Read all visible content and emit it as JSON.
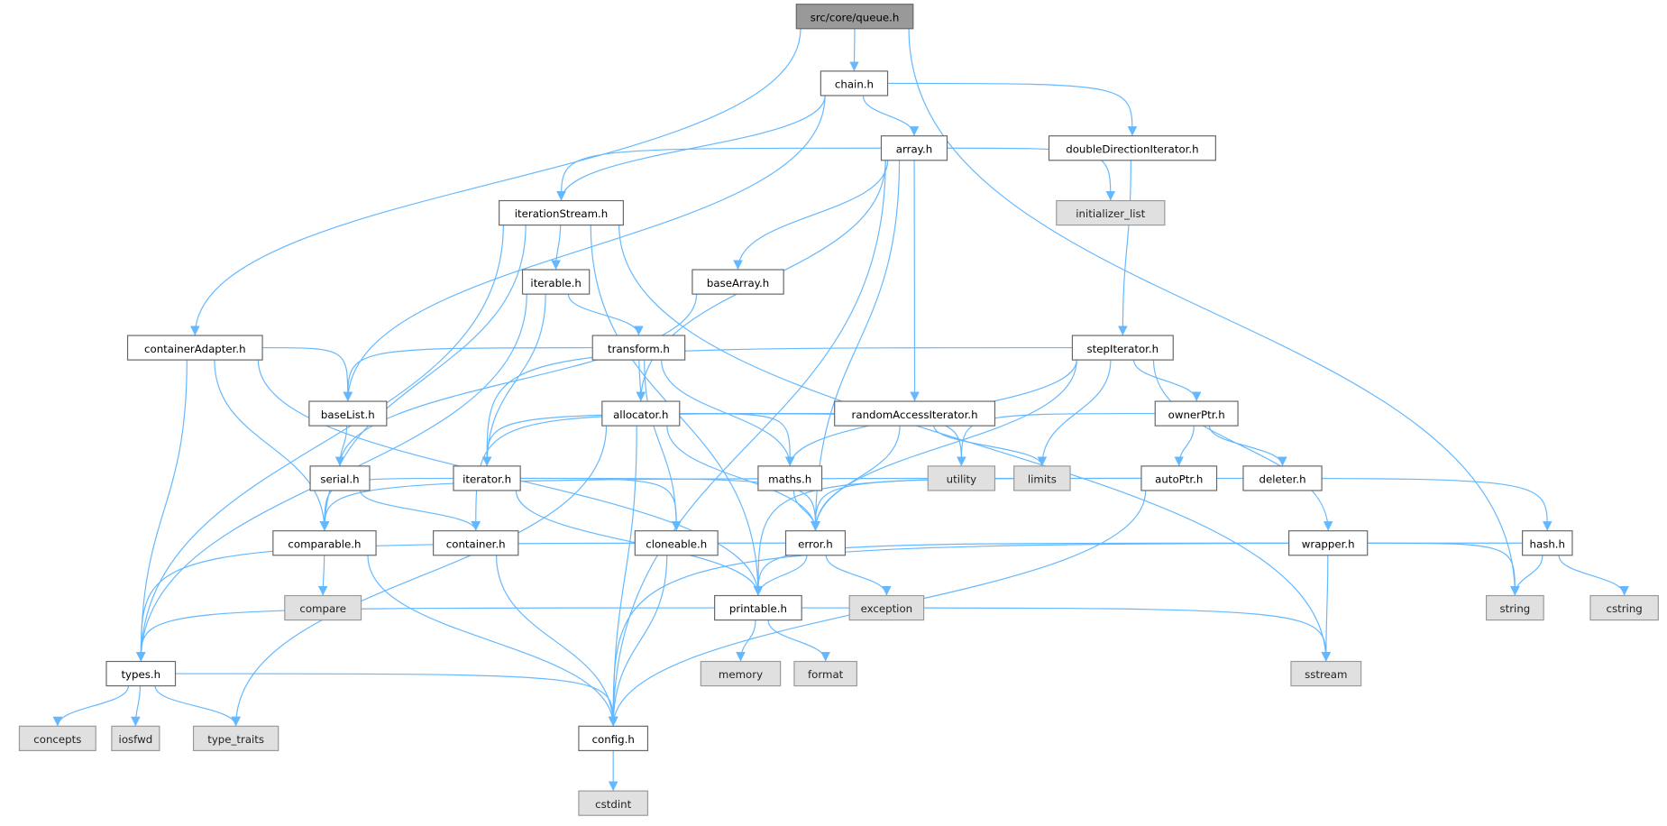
{
  "graph": {
    "title": "src/core/queue.h",
    "edge_color": "#63b8ff",
    "root_fill": "#999999",
    "external_fill": "#e0e0e0",
    "nodes": [
      {
        "id": "queue",
        "label": "src/core/queue.h",
        "kind": "root"
      },
      {
        "id": "chain",
        "label": "chain.h"
      },
      {
        "id": "array",
        "label": "array.h"
      },
      {
        "id": "ddi",
        "label": "doubleDirectionIterator.h"
      },
      {
        "id": "iterationStream",
        "label": "iterationStream.h"
      },
      {
        "id": "initializer_list",
        "label": "initializer_list",
        "kind": "ext"
      },
      {
        "id": "iterable",
        "label": "iterable.h"
      },
      {
        "id": "baseArray",
        "label": "baseArray.h"
      },
      {
        "id": "containerAdapter",
        "label": "containerAdapter.h"
      },
      {
        "id": "transform",
        "label": "transform.h"
      },
      {
        "id": "stepIterator",
        "label": "stepIterator.h"
      },
      {
        "id": "baseList",
        "label": "baseList.h"
      },
      {
        "id": "allocator",
        "label": "allocator.h"
      },
      {
        "id": "rai",
        "label": "randomAccessIterator.h"
      },
      {
        "id": "ownerPtr",
        "label": "ownerPtr.h"
      },
      {
        "id": "serial",
        "label": "serial.h"
      },
      {
        "id": "iterator",
        "label": "iterator.h"
      },
      {
        "id": "utility",
        "label": "utility",
        "kind": "ext"
      },
      {
        "id": "maths",
        "label": "maths.h"
      },
      {
        "id": "limits",
        "label": "limits",
        "kind": "ext"
      },
      {
        "id": "autoPtr",
        "label": "autoPtr.h"
      },
      {
        "id": "deleter",
        "label": "deleter.h"
      },
      {
        "id": "comparable",
        "label": "comparable.h"
      },
      {
        "id": "container",
        "label": "container.h"
      },
      {
        "id": "cloneable",
        "label": "cloneable.h"
      },
      {
        "id": "error",
        "label": "error.h"
      },
      {
        "id": "wrapper",
        "label": "wrapper.h"
      },
      {
        "id": "hash",
        "label": "hash.h"
      },
      {
        "id": "compare",
        "label": "compare",
        "kind": "ext"
      },
      {
        "id": "printable",
        "label": "printable.h"
      },
      {
        "id": "exception",
        "label": "exception",
        "kind": "ext"
      },
      {
        "id": "string",
        "label": "string",
        "kind": "ext"
      },
      {
        "id": "cstring",
        "label": "cstring",
        "kind": "ext"
      },
      {
        "id": "types",
        "label": "types.h"
      },
      {
        "id": "memory",
        "label": "memory",
        "kind": "ext"
      },
      {
        "id": "format",
        "label": "format",
        "kind": "ext"
      },
      {
        "id": "sstream",
        "label": "sstream",
        "kind": "ext"
      },
      {
        "id": "concepts",
        "label": "concepts",
        "kind": "ext"
      },
      {
        "id": "iosfwd",
        "label": "iosfwd",
        "kind": "ext"
      },
      {
        "id": "type_traits",
        "label": "type_traits",
        "kind": "ext"
      },
      {
        "id": "config",
        "label": "config.h"
      },
      {
        "id": "cstdint",
        "label": "cstdint",
        "kind": "ext"
      }
    ],
    "edges": [
      [
        "queue",
        "chain"
      ],
      [
        "queue",
        "containerAdapter"
      ],
      [
        "queue",
        "string"
      ],
      [
        "chain",
        "baseList"
      ],
      [
        "chain",
        "iterationStream"
      ],
      [
        "chain",
        "array"
      ],
      [
        "chain",
        "ddi"
      ],
      [
        "array",
        "iterationStream"
      ],
      [
        "array",
        "initializer_list"
      ],
      [
        "array",
        "baseArray"
      ],
      [
        "array",
        "allocator"
      ],
      [
        "array",
        "rai"
      ],
      [
        "array",
        "error"
      ],
      [
        "array",
        "config"
      ],
      [
        "ddi",
        "stepIterator"
      ],
      [
        "iterationStream",
        "types"
      ],
      [
        "iterationStream",
        "comparable"
      ],
      [
        "iterationStream",
        "iterable"
      ],
      [
        "iterationStream",
        "printable"
      ],
      [
        "iterationStream",
        "sstream"
      ],
      [
        "iterable",
        "types"
      ],
      [
        "iterable",
        "transform"
      ],
      [
        "iterable",
        "iterator"
      ],
      [
        "baseArray",
        "serial"
      ],
      [
        "containerAdapter",
        "baseList"
      ],
      [
        "containerAdapter",
        "types"
      ],
      [
        "containerAdapter",
        "comparable"
      ],
      [
        "containerAdapter",
        "printable"
      ],
      [
        "transform",
        "baseList"
      ],
      [
        "transform",
        "allocator"
      ],
      [
        "transform",
        "maths"
      ],
      [
        "transform",
        "cloneable"
      ],
      [
        "stepIterator",
        "iterator"
      ],
      [
        "stepIterator",
        "maths"
      ],
      [
        "stepIterator",
        "limits"
      ],
      [
        "stepIterator",
        "error"
      ],
      [
        "stepIterator",
        "ownerPtr"
      ],
      [
        "stepIterator",
        "wrapper"
      ],
      [
        "baseList",
        "serial"
      ],
      [
        "allocator",
        "type_traits"
      ],
      [
        "allocator",
        "config"
      ],
      [
        "allocator",
        "maths"
      ],
      [
        "allocator",
        "error"
      ],
      [
        "allocator",
        "utility"
      ],
      [
        "rai",
        "iterator"
      ],
      [
        "rai",
        "container"
      ],
      [
        "rai",
        "error"
      ],
      [
        "rai",
        "limits"
      ],
      [
        "ownerPtr",
        "utility"
      ],
      [
        "ownerPtr",
        "autoPtr"
      ],
      [
        "ownerPtr",
        "deleter"
      ],
      [
        "serial",
        "container"
      ],
      [
        "iterator",
        "comparable"
      ],
      [
        "iterator",
        "cloneable"
      ],
      [
        "iterator",
        "error"
      ],
      [
        "iterator",
        "printable"
      ],
      [
        "maths",
        "error"
      ],
      [
        "autoPtr",
        "comparable"
      ],
      [
        "autoPtr",
        "error"
      ],
      [
        "autoPtr",
        "printable"
      ],
      [
        "autoPtr",
        "config"
      ],
      [
        "autoPtr",
        "hash"
      ],
      [
        "comparable",
        "compare"
      ],
      [
        "comparable",
        "config"
      ],
      [
        "container",
        "config"
      ],
      [
        "cloneable",
        "config"
      ],
      [
        "error",
        "types"
      ],
      [
        "error",
        "printable"
      ],
      [
        "error",
        "exception"
      ],
      [
        "wrapper",
        "printable"
      ],
      [
        "wrapper",
        "string"
      ],
      [
        "wrapper",
        "sstream"
      ],
      [
        "hash",
        "string"
      ],
      [
        "hash",
        "cstring"
      ],
      [
        "hash",
        "config"
      ],
      [
        "printable",
        "types"
      ],
      [
        "printable",
        "memory"
      ],
      [
        "printable",
        "format"
      ],
      [
        "printable",
        "sstream"
      ],
      [
        "types",
        "concepts"
      ],
      [
        "types",
        "iosfwd"
      ],
      [
        "types",
        "type_traits"
      ],
      [
        "types",
        "config"
      ],
      [
        "config",
        "cstdint"
      ]
    ]
  }
}
